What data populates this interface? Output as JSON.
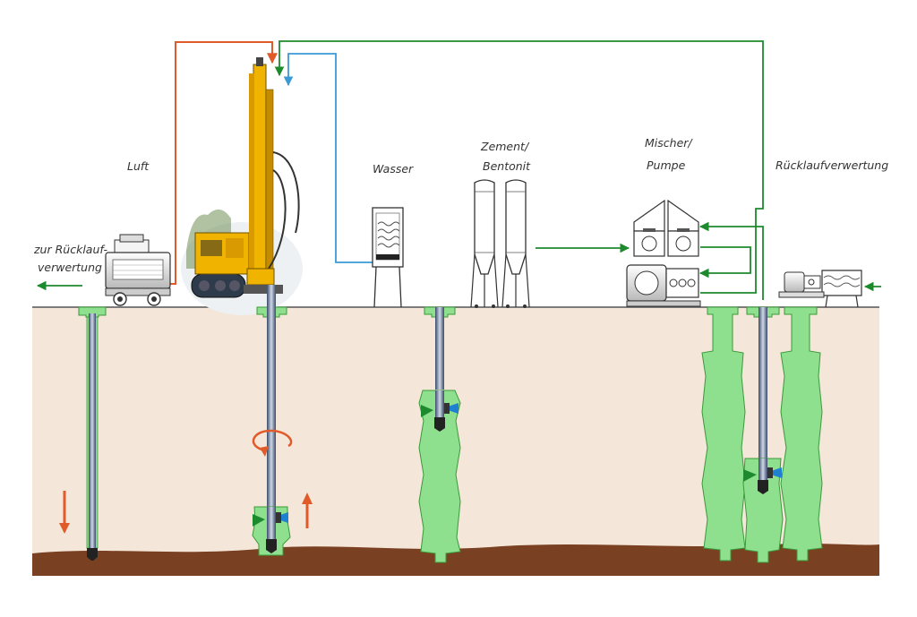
{
  "labels": {
    "luft": "Luft",
    "wasser": "Wasser",
    "zement_line1": "Zement/",
    "zement_line2": "Bentonit",
    "mischer_line1": "Mischer/",
    "mischer_line2": "Pumpe",
    "ruecklauf": "Rücklaufverwertung",
    "zur_line1": "zur Rücklauf-",
    "zur_line2": "verwertung"
  },
  "colors": {
    "ground": "#f4e6d8",
    "soil_bottom": "#7a4022",
    "grout": "#8ee08e",
    "grout_stroke": "#3a9a3a",
    "line_air": "#e05a2a",
    "line_water": "#3b9ad6",
    "line_grout": "#1e8a2e",
    "rig": "#f0b400",
    "nozzle": "#1f7fd0"
  },
  "icons": [
    "drill-rig-icon",
    "compressor-icon",
    "water-tank-icon",
    "silo-icon",
    "mixer-pump-icon",
    "recycling-unit-icon",
    "rotation-arrow-icon"
  ]
}
